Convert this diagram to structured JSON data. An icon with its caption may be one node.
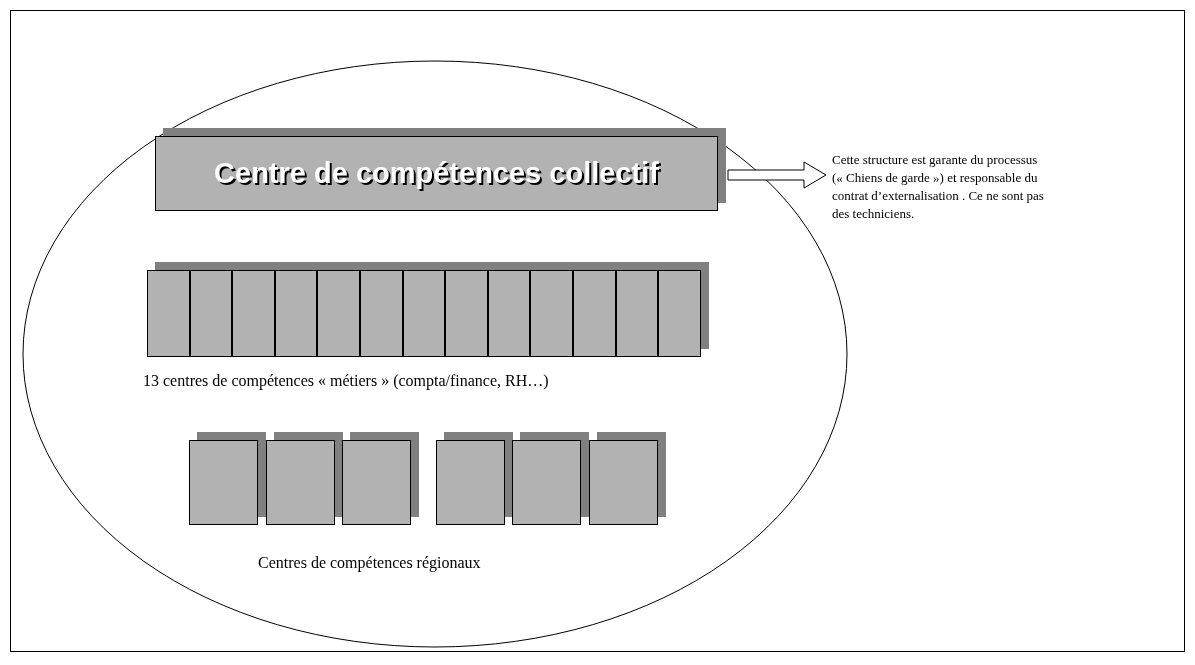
{
  "diagram": {
    "nodes": [
      {
        "text": [],
        "shape": "ellipse"
      },
      {
        "text": [
          "Centre de compétences collectif"
        ],
        "in": 0
      },
      {
        "text": [],
        "shape": "box",
        "in": 0
      },
      {
        "text": [],
        "shape": "box",
        "in": 0
      },
      {
        "text": [],
        "shape": "box",
        "in": 0
      },
      {
        "text": [],
        "shape": "box",
        "in": 0
      },
      {
        "text": [],
        "shape": "box",
        "in": 0
      },
      {
        "text": [],
        "shape": "box",
        "in": 0
      },
      {
        "text": [],
        "shape": "box",
        "in": 0
      },
      {
        "text": [],
        "shape": "box",
        "in": 0
      },
      {
        "text": [],
        "shape": "box",
        "in": 0
      },
      {
        "text": [],
        "shape": "box",
        "in": 0
      },
      {
        "text": [],
        "shape": "box",
        "in": 0
      },
      {
        "text": [],
        "shape": "box",
        "in": 0
      },
      {
        "text": [],
        "shape": "box",
        "in": 0
      },
      {
        "text": [],
        "shape": "box",
        "in": 0
      },
      {
        "text": [],
        "shape": "box",
        "in": 0
      },
      {
        "text": [],
        "shape": "box",
        "in": 0
      },
      {
        "text": [],
        "shape": "box",
        "in": 0
      },
      {
        "text": [],
        "shape": "box",
        "in": 0
      },
      {
        "text": [],
        "shape": "box",
        "in": 0
      },
      {
        "text": [
          "Cette structure est garante du processus (« Chiens de garde ») et responsable du contrat d’externalisation . Ce ne sont pas des techniciens."
        ]
      }
    ],
    "edges": [
      {
        "from": 1,
        "to": 21,
        "arrow": "to"
      }
    ],
    "labels": [
      "13 centres de compétences « métiers » (compta/finance, RH…)",
      "Centres de compétences régionaux"
    ]
  }
}
